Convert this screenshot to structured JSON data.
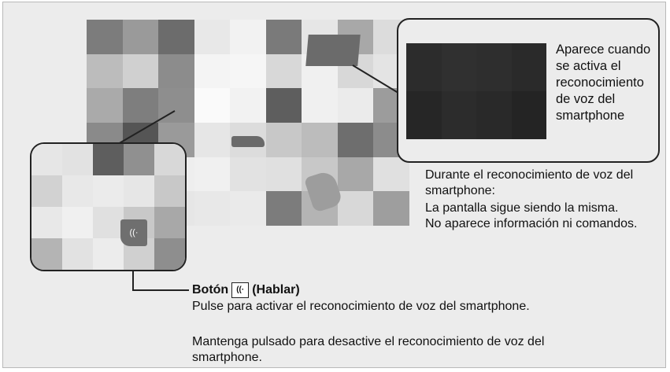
{
  "callouts": {
    "smartphone_active_text": "Aparece cuando se activa el reconocimiento de voz del smartphone"
  },
  "notes": {
    "heading": "Durante el reconocimiento de voz del smartphone:",
    "line1": "La pantalla sigue siendo la misma.",
    "line2": "No aparece información ni comandos."
  },
  "talk_button": {
    "label_prefix": "Botón",
    "label_suffix": "(Hablar)",
    "icon": "talk-icon",
    "icon_glyph": "((·",
    "desc_press": "Pulse para activar el reconocimiento de voz del smartphone.",
    "desc_hold": "Mantenga pulsado para desactive el reconocimiento de voz del smartphone."
  },
  "mosaics": {
    "dashboard": [
      "#7c7c7c",
      "#9a9a9a",
      "#6c6c6c",
      "#e8e8e8",
      "#f2f2f2",
      "#7a7a7a",
      "#e6e6e6",
      "#a8a8a8",
      "#dcdcdc",
      "#bcbcbc",
      "#d0d0d0",
      "#8c8c8c",
      "#f4f4f4",
      "#f6f6f6",
      "#d8d8d8",
      "#f0f0f0",
      "#d8d8d8",
      "#e4e4e4",
      "#aaaaaa",
      "#7e7e7e",
      "#8e8e8e",
      "#fafafa",
      "#f2f2f2",
      "#5e5e5e",
      "#f0f0f0",
      "#ebebeb",
      "#9c9c9c",
      "#8a8a8a",
      "#555555",
      "#9a9a9a",
      "#e6e6e6",
      "#dcdcdc",
      "#c8c8c8",
      "#bcbcbc",
      "#6e6e6e",
      "#8c8c8c",
      "#d6d6d6",
      "#e0e0e0",
      "#eeeeee",
      "#f0f0f0",
      "#e2e2e2",
      "#e0e0e0",
      "#c8c8c8",
      "#a8a8a8",
      "#e0e0e0",
      "#ececec",
      "#e8e8e8",
      "#e6e6e6",
      "#e8e8e8",
      "#eaeaea",
      "#7c7c7c",
      "#b4b4b4",
      "#d8d8d8",
      "#9e9e9e"
    ],
    "top_callout": [
      "#2c2c2c",
      "#303030",
      "#2e2e2e",
      "#2a2a2a",
      "#262626",
      "#2c2c2c",
      "#292929",
      "#242424"
    ],
    "left_callout": [
      "#e6e6e6",
      "#e2e2e2",
      "#5e5e5e",
      "#909090",
      "#d8d8d8",
      "#d2d2d2",
      "#e8e8e8",
      "#ebebeb",
      "#e6e6e6",
      "#c8c8c8",
      "#e8e8e8",
      "#f0f0f0",
      "#e0e0e0",
      "#c8c8c8",
      "#a8a8a8",
      "#b4b4b4",
      "#e2e2e2",
      "#ececec",
      "#d0d0d0",
      "#8e8e8e"
    ]
  }
}
